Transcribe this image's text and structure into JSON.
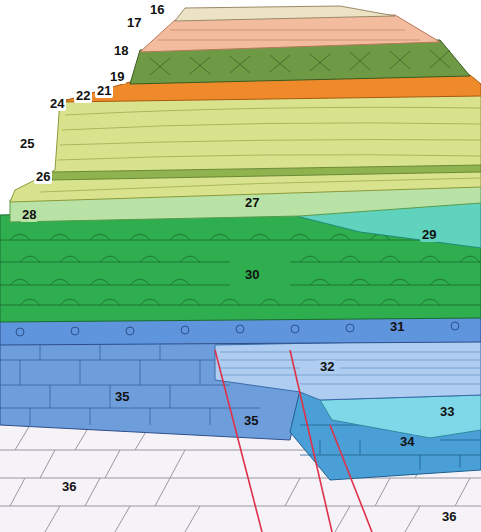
{
  "diagram": {
    "labels": [
      "16",
      "17",
      "18",
      "19",
      "21",
      "22",
      "24",
      "25",
      "26",
      "27",
      "28",
      "29",
      "30",
      "31",
      "32",
      "33",
      "34",
      "35",
      "35",
      "36",
      "36"
    ]
  }
}
